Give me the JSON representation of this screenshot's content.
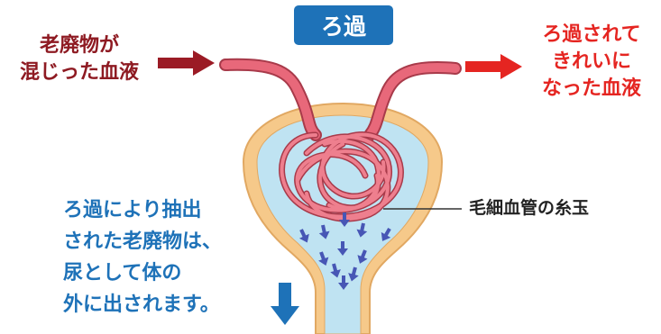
{
  "title": "ろ過",
  "input_label": [
    "老廃物が",
    "混じった血液"
  ],
  "output_label": [
    "ろ過されて",
    "きれいに",
    "なった血液"
  ],
  "capillary_label": "毛細血管の糸玉",
  "note": [
    "ろ過により抽出",
    "された老廃物は、",
    "尿として体の",
    "外に出されます。"
  ],
  "colors": {
    "title_bg": "#1e72b8",
    "input_arrow": "#9b1b25",
    "output_arrow": "#e52521",
    "vessel": "#e8687a",
    "capsule_wall": "#f6c98a",
    "capsule_fluid": "#bfe3f2",
    "filtrate_arrows": "#4756b5",
    "urine_arrow": "#1e72b8"
  }
}
